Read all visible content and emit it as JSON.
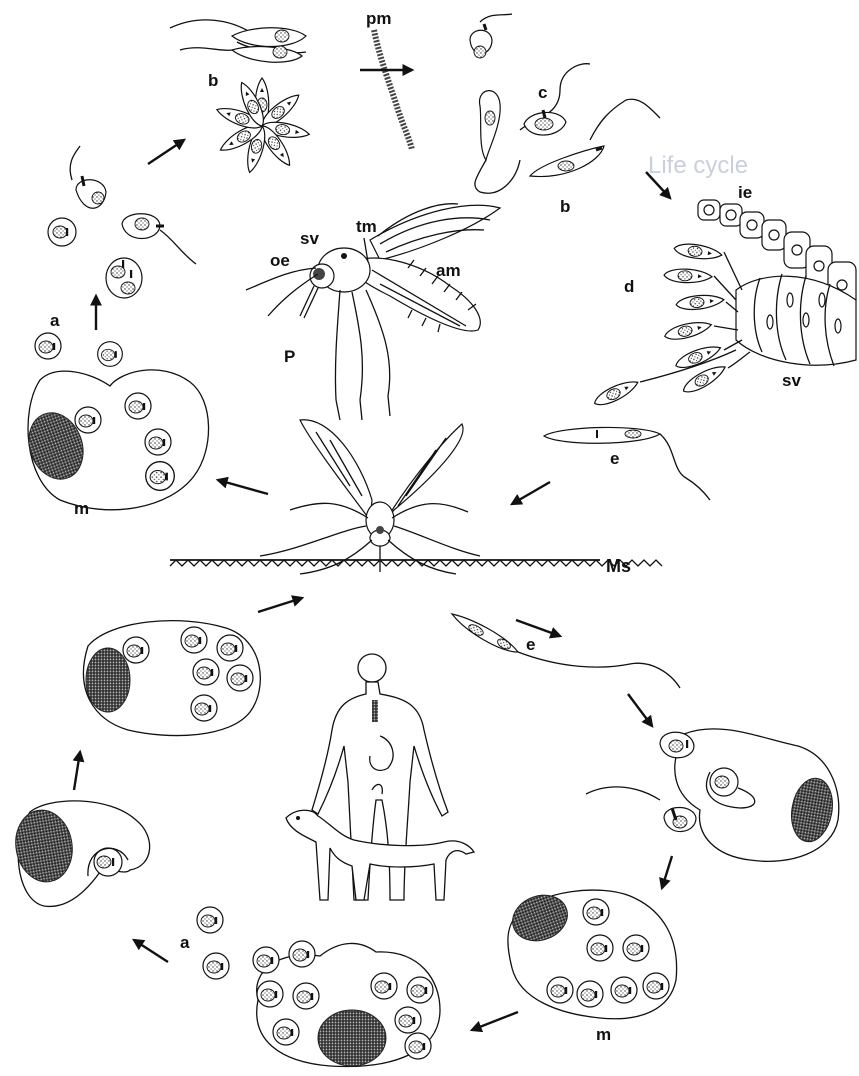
{
  "diagram": {
    "labels": {
      "pm": "pm",
      "b_top": "b",
      "b_right": "b",
      "c": "c",
      "ie": "ie",
      "d": "d",
      "sv_gut": "sv",
      "e_upper": "e",
      "e_lower": "e",
      "a_upper": "a",
      "a_lower": "a",
      "m_upper": "m",
      "m_lower": "m",
      "sv_fly": "sv",
      "tm": "tm",
      "oe": "oe",
      "am": "am",
      "P": "P",
      "Ms": "Ms"
    },
    "header_fragment": "Life cycle"
  }
}
